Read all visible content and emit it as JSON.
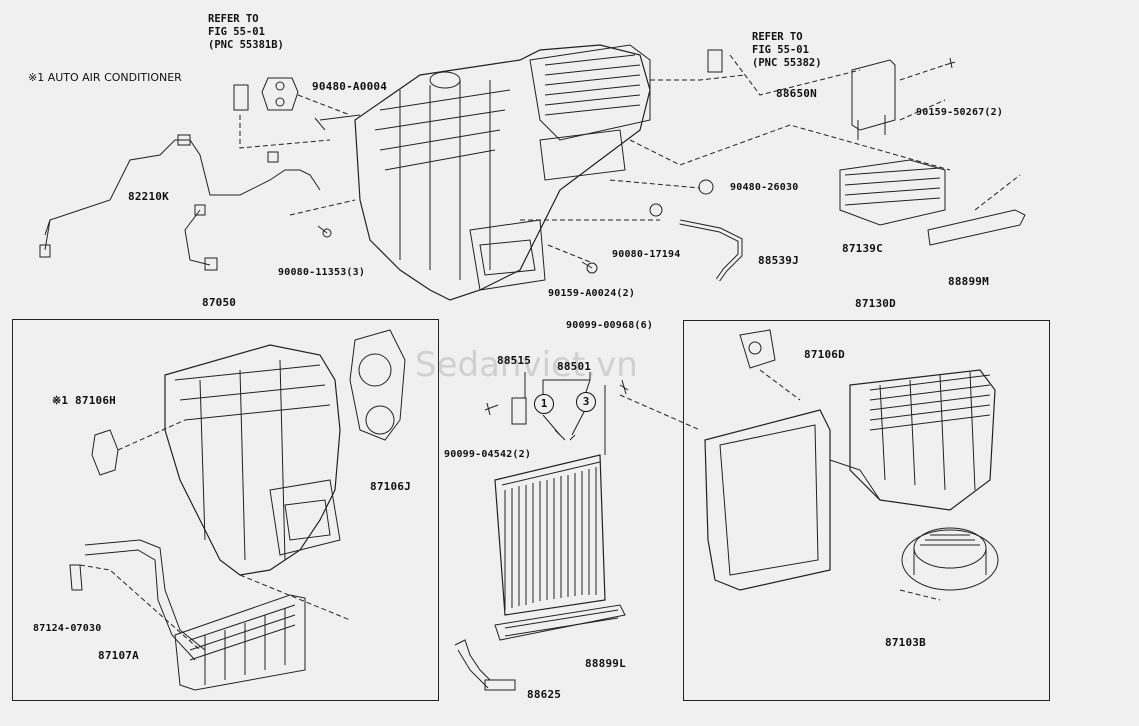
{
  "note": "※1 AUTO AIR CONDITIONER",
  "refs": {
    "ref_left": "REFER TO\nFIG 55-01\n(PNC 55381B)",
    "ref_right": "REFER TO\nFIG 55-01\n(PNC 55382)"
  },
  "labels": {
    "p90480_a0004": "90480-A0004",
    "p82210k": "82210K",
    "p90080_11353": "90080-11353(3)",
    "p90159_a0024": "90159-A0024(2)",
    "p90080_17194": "90080-17194",
    "p88539j": "88539J",
    "p90480_26030": "90480-26030",
    "p88650n": "88650N",
    "p90159_50267": "90159-50267(2)",
    "p87139c": "87139C",
    "p88899m": "88899M",
    "p87050": "87050",
    "p87130d": "87130D",
    "p87106h": "※1 87106H",
    "p87106j": "87106J",
    "p87124_07030": "87124-07030",
    "p87107a": "87107A",
    "p90099_00968": "90099-00968(6)",
    "p88515": "88515",
    "p88501": "88501",
    "p90099_04542": "90099-04542(2)",
    "p88899l": "88899L",
    "p88625": "88625",
    "p87106d": "87106D",
    "p87103b": "87103B"
  },
  "circles": {
    "c1": "1",
    "c3": "3"
  },
  "watermark": "Sedanviet.vn"
}
